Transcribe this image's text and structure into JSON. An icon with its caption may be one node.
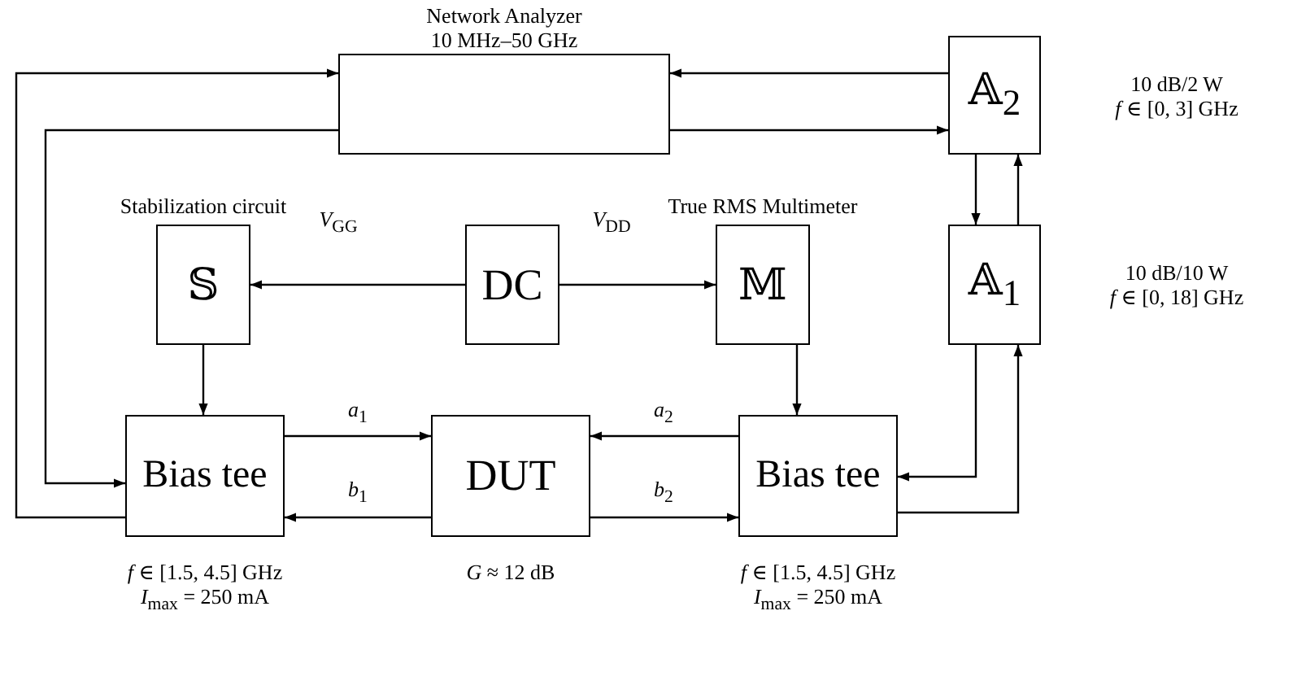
{
  "diagram": {
    "nodes": [
      {
        "text": [],
        "shape": "box",
        "beside": [
          "Network Analyzer",
          "10 MHz–50 GHz"
        ]
      },
      {
        "text": [
          "𝔸$_{2}$"
        ],
        "beside": [
          "10 dB/2 W",
          "*f* ∈ [0, 3] GHz"
        ]
      },
      {
        "text": [
          "𝕊"
        ],
        "beside": [
          "Stabilization circuit"
        ]
      },
      {
        "text": [
          "DC"
        ]
      },
      {
        "text": [
          "𝕄"
        ],
        "beside": [
          "True RMS Multimeter"
        ]
      },
      {
        "text": [
          "𝔸$_{1}$"
        ],
        "beside": [
          "10 dB/10 W",
          "*f* ∈ [0, 18] GHz"
        ]
      },
      {
        "text": [
          "Bias tee"
        ],
        "beside": [
          "*f* ∈ [1.5, 4.5] GHz",
          "*I*$_{max}$ = 250 mA"
        ]
      },
      {
        "text": [
          "DUT"
        ],
        "beside": [
          "*G* ≈ 12 dB"
        ]
      },
      {
        "text": [
          "Bias tee"
        ],
        "beside": [
          "*f* ∈ [1.5, 4.5] GHz",
          "*I*$_{max}$ = 250 mA"
        ]
      }
    ],
    "edges": [
      {
        "from": 3,
        "to": 2,
        "arrow": "to",
        "label": "*V*$_{GG}$"
      },
      {
        "from": 3,
        "to": 4,
        "arrow": "to",
        "label": "*V*$_{DD}$"
      },
      {
        "from": 2,
        "to": 6,
        "arrow": "to"
      },
      {
        "from": 4,
        "to": 8,
        "arrow": "to"
      },
      {
        "from": 6,
        "to": 7,
        "arrow": "to",
        "label": "*a*$_{1}$"
      },
      {
        "from": 7,
        "to": 6,
        "arrow": "to",
        "label": "*b*$_{1}$"
      },
      {
        "from": 8,
        "to": 7,
        "arrow": "to",
        "label": "*a*$_{2}$"
      },
      {
        "from": 7,
        "to": 8,
        "arrow": "to",
        "label": "*b*$_{2}$"
      },
      {
        "from": 6,
        "to": 0,
        "arrow": "to"
      },
      {
        "from": 0,
        "to": 6,
        "arrow": "to"
      },
      {
        "from": 1,
        "to": 0,
        "arrow": "to"
      },
      {
        "from": 0,
        "to": 1,
        "arrow": "to"
      },
      {
        "from": 1,
        "to": 5,
        "arrow": "to"
      },
      {
        "from": 5,
        "to": 1,
        "arrow": "to"
      },
      {
        "from": 5,
        "to": 8,
        "arrow": "to"
      },
      {
        "from": 8,
        "to": 5,
        "arrow": "to"
      }
    ]
  }
}
